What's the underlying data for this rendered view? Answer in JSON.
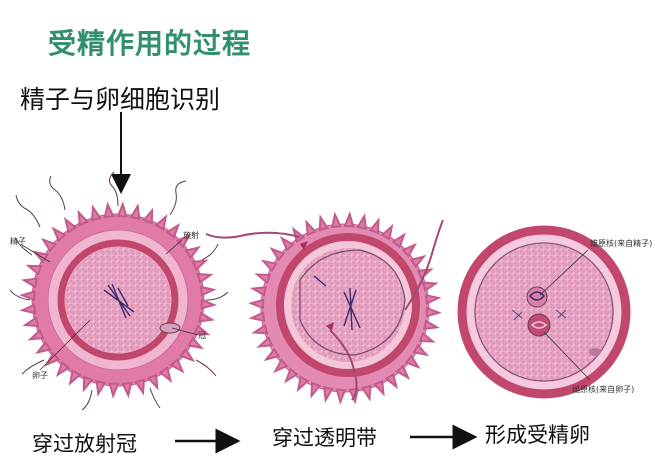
{
  "title": "受精作用的过程",
  "steps": [
    {
      "label": "精子与卵细胞识别"
    },
    {
      "label": "穿过放射冠"
    },
    {
      "label": "穿过透明带"
    },
    {
      "label": "形成受精卵"
    }
  ],
  "annotations": {
    "sperm": "精子",
    "corona": "放射",
    "corona_suffix": "冠",
    "egg": "卵子",
    "male_pronucleus": "雄原核(来自精子)",
    "female_pronucleus": "雌原核(来自卵子)"
  },
  "colors": {
    "title": "#2f8f6f",
    "ring": "#c2476d",
    "cytoplasm": "#e8a9c4",
    "corona": "#e07ba8",
    "arrow": "#111111"
  }
}
